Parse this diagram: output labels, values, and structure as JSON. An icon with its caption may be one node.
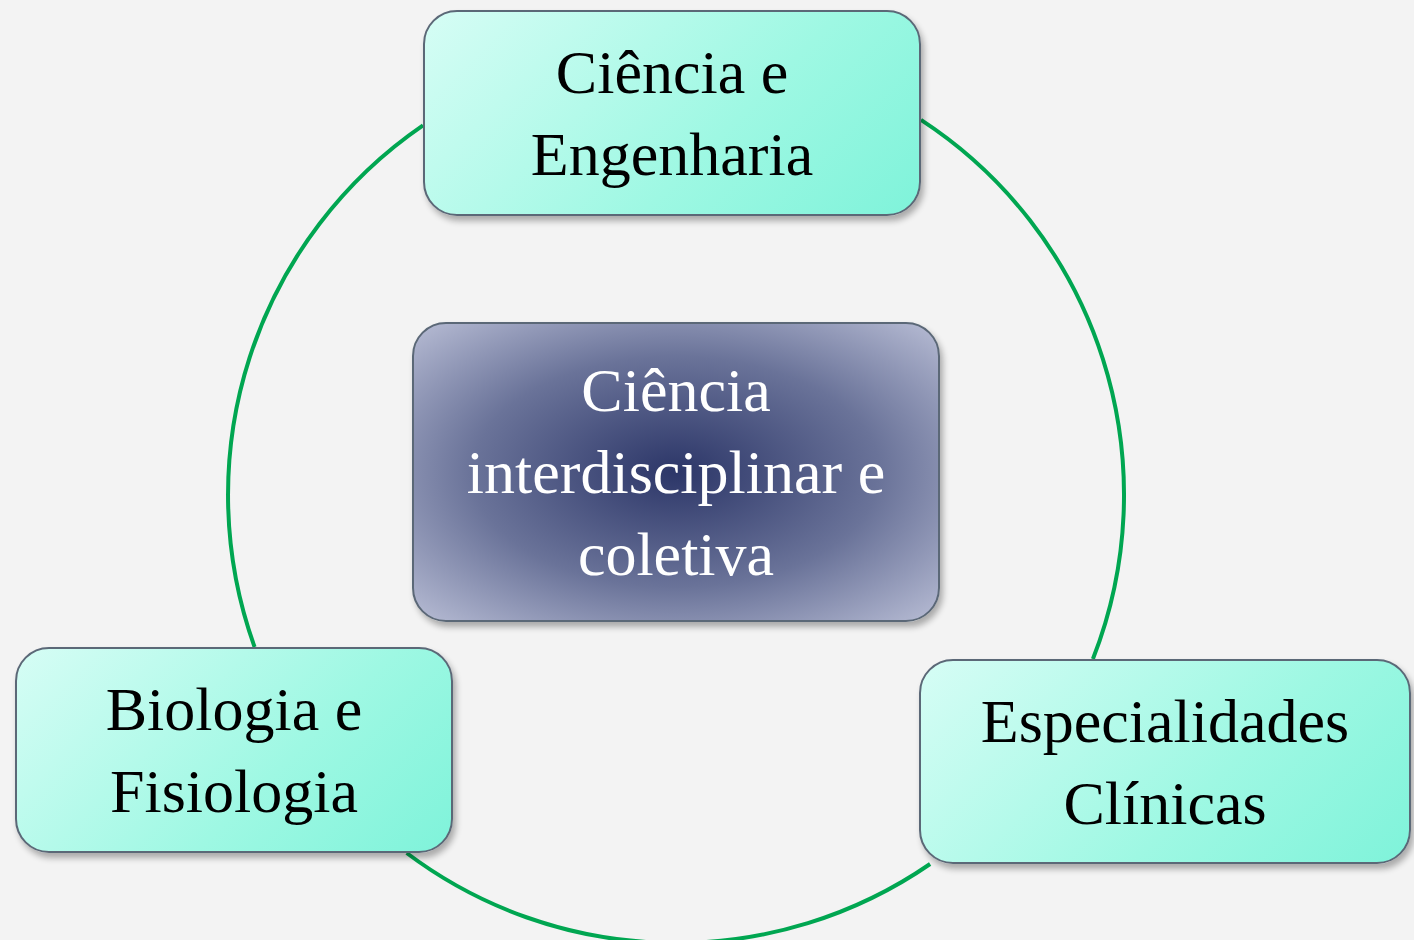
{
  "diagram": {
    "nodes": [
      {
        "text": [
          "Ciência e Engenharia"
        ]
      },
      {
        "text": [
          "Ciência interdisciplinar e coletiva"
        ]
      },
      {
        "text": [
          "Biologia e Fisiologia"
        ]
      },
      {
        "text": [
          "Especialidades Clínicas"
        ]
      }
    ],
    "edges": [
      {
        "from": 0,
        "to": 3,
        "arrow": "none",
        "color": "#00a651"
      },
      {
        "from": 3,
        "to": 2,
        "arrow": "none",
        "color": "#00a651"
      },
      {
        "from": 2,
        "to": 0,
        "arrow": "none",
        "color": "#00a651"
      }
    ]
  }
}
